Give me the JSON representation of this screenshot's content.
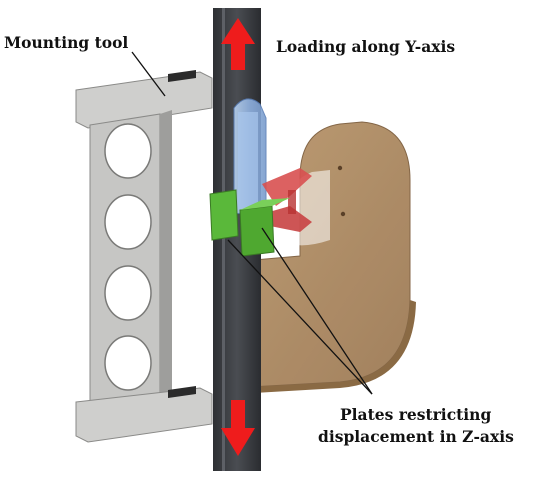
{
  "labels": {
    "mounting_tool": "Mounting tool",
    "loading": "Loading along Y-axis",
    "plates_line1": "Plates restricting",
    "plates_line2": "displacement in Z-axis"
  },
  "colors": {
    "arrow": "#ef1c1c",
    "bar": "#3a3d42",
    "mount": "#c8c8c6",
    "brown": "#a8845a",
    "green": "#58b03a",
    "blue": "#8fb6e4",
    "red_part": "#d84a4a"
  }
}
